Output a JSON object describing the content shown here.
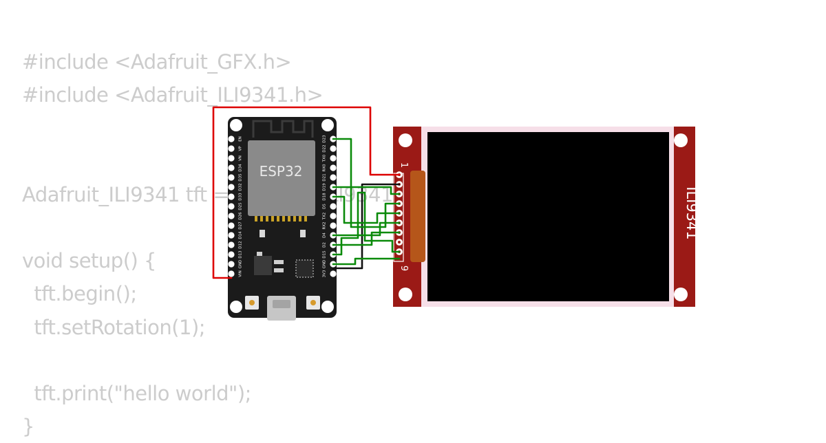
{
  "code_lines": [
    "#include <Adafruit_GFX.h>",
    "#include <Adafruit_ILI9341.h>",
    "",
    "",
    "Adafruit_ILI9341 tft = Adafruit_ILI9341(",
    "",
    "void setup() {",
    "  tft.begin();",
    "  tft.setRotation(1);",
    "",
    "  tft.print(\"hello world\");",
    "}"
  ],
  "esp32": {
    "chip_label": "ESP32",
    "left_pins": [
      "EN",
      "VP",
      "VN",
      "D34",
      "D35",
      "D32",
      "D33",
      "D25",
      "D26",
      "D27",
      "D14",
      "D12",
      "D13",
      "GND",
      "VIN"
    ],
    "right_pins": [
      "D23",
      "D22",
      "TX0",
      "RX0",
      "D21",
      "D19",
      "D18",
      "D5",
      "TX2",
      "RX2",
      "D4",
      "D2",
      "D15",
      "GND",
      "3V3"
    ]
  },
  "display": {
    "label": "ILI9341",
    "pin_first": "1",
    "pin_last": "9"
  },
  "colors": {
    "board": "#1b1b1b",
    "module": "#9b1a16",
    "wire_green": "#0a8a0a",
    "wire_red": "#dd0000",
    "wire_black": "#111111",
    "code_text": "#cccccc"
  }
}
